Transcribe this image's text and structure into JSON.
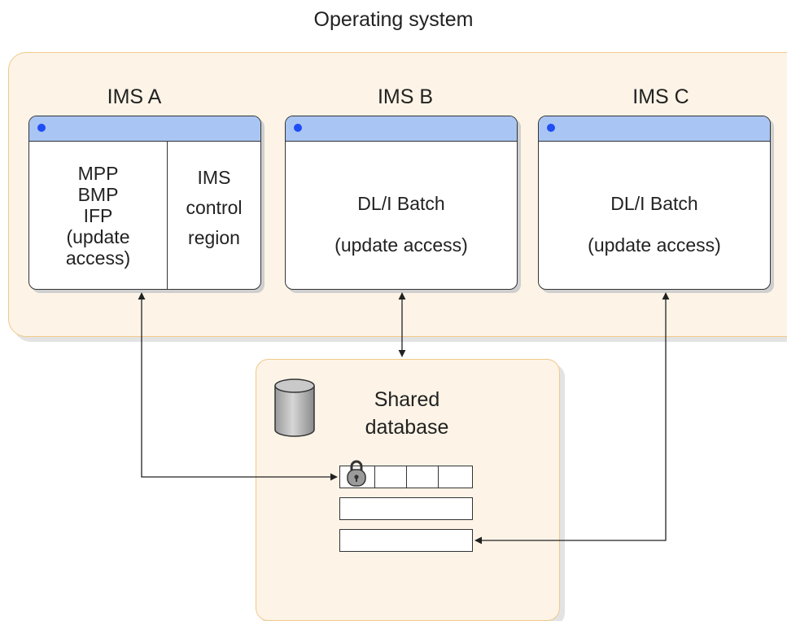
{
  "diagram": {
    "title": "Operating system",
    "systems": [
      {
        "label": "IMS A",
        "left_lines": [
          "MPP",
          "BMP",
          "IFP",
          "(update",
          "access)"
        ],
        "right_lines": [
          "IMS",
          "control",
          "region"
        ]
      },
      {
        "label": "IMS B",
        "body_lines": [
          "DL/I Batch",
          "(update access)"
        ]
      },
      {
        "label": "IMS C",
        "body_lines": [
          "DL/I Batch",
          "(update access)"
        ]
      }
    ],
    "database": {
      "title_lines": [
        "Shared",
        "database"
      ]
    },
    "icons": [
      "window-dot-icon",
      "database-cylinder-icon",
      "lock-icon"
    ],
    "colors": {
      "frame_fill": "#fdf4e7",
      "frame_border": "#f0c98a",
      "title_bar": "#a9c5f3",
      "title_dot": "#1f4ef5",
      "line": "#222222"
    }
  }
}
